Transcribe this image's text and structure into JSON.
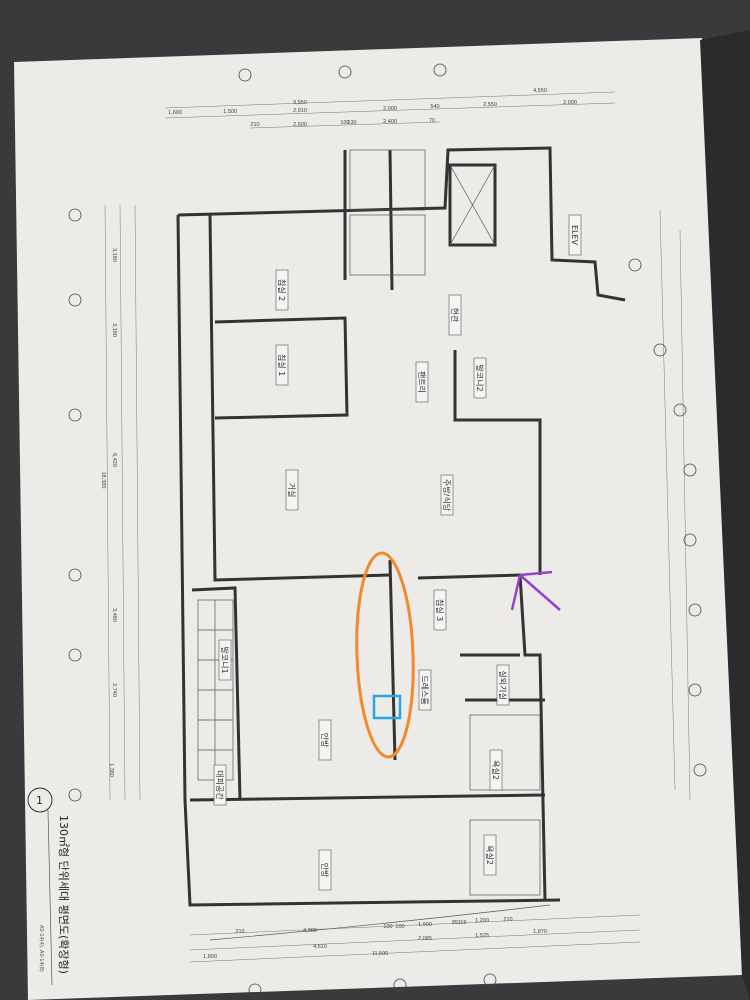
{
  "drawing": {
    "number": "1",
    "title": "130㎡형 단위세대 평면도(확장형)",
    "subtitle": "A0-14(4), A0-14(8)",
    "rooms": [
      {
        "label": "침실 2"
      },
      {
        "label": "침실 1"
      },
      {
        "label": "거실"
      },
      {
        "label": "현관"
      },
      {
        "label": "팬트리"
      },
      {
        "label": "발코니2"
      },
      {
        "label": "주방/식당"
      },
      {
        "label": "침실 3"
      },
      {
        "label": "드레스룸"
      },
      {
        "label": "실외기실"
      },
      {
        "label": "욕실2"
      },
      {
        "label": "욕실2"
      },
      {
        "label": "안방"
      },
      {
        "label": "안방"
      },
      {
        "label": "발코니1"
      },
      {
        "label": "대피공간"
      },
      {
        "label": "ELEV"
      }
    ],
    "top_dimensions": [
      "9,550",
      "4,550",
      "1,600",
      "1,500",
      "2,910",
      "2,000",
      "540",
      "2,550",
      "2,000",
      "210",
      "2,600",
      "100",
      "130",
      "2,400",
      "70"
    ],
    "bottom_dimensions": [
      "1,800",
      "4,610",
      "11,590",
      "210",
      "4,300",
      "100",
      "100",
      "1,900",
      "2,085",
      "85",
      "115",
      "1,200",
      "1,525",
      "210",
      "1,870"
    ],
    "left_dimensions": [
      "3,180",
      "3,180",
      "6,420",
      "18,380",
      "3,480",
      "2,740",
      "1,380"
    ],
    "annotations": {
      "orange": "#f08a2c",
      "blue": "#2aa6e0",
      "purple": "#9a3fc8"
    }
  }
}
